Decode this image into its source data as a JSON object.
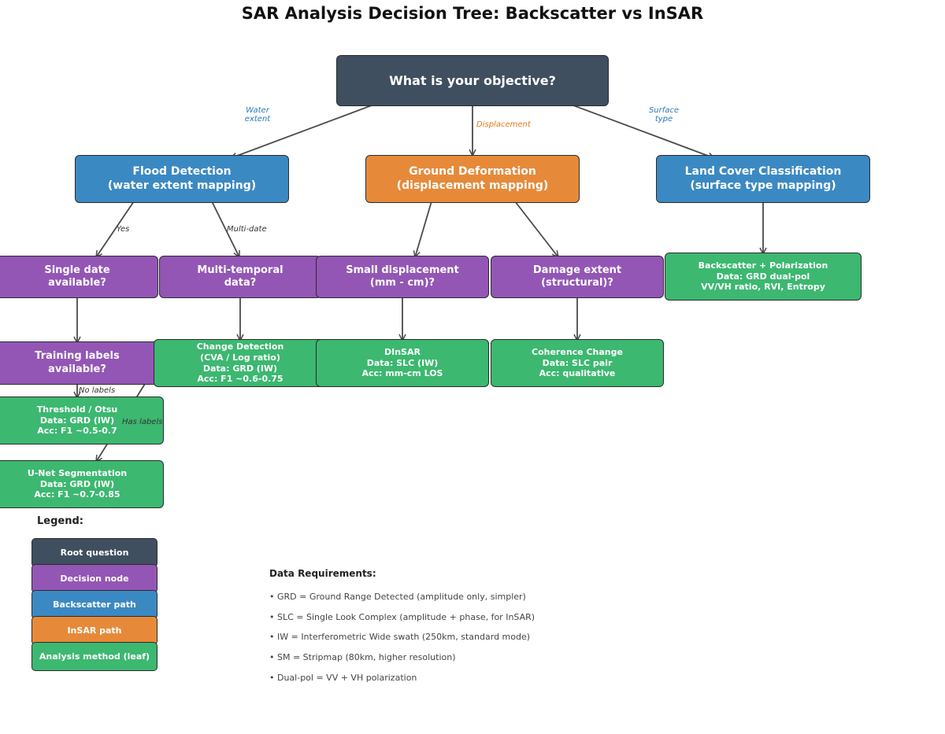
{
  "title": "SAR Analysis Decision Tree: Backscatter vs InSAR",
  "nodes": {
    "root": "What is your objective?",
    "flood": "Flood Detection\n(water extent mapping)",
    "deformation": "Ground Deformation\n(displacement mapping)",
    "landcover": "Land Cover Classification\n(surface type mapping)",
    "single_date": "Single date\navailable?",
    "multi_temporal": "Multi-temporal\ndata?",
    "small_disp": "Small displacement\n(mm - cm)?",
    "damage": "Damage extent\n(structural)?",
    "backscatter_pol": "Backscatter + Polarization\nData: GRD dual-pol\nVV/VH ratio, RVI, Entropy",
    "training": "Training labels\navailable?",
    "change_detection": "Change Detection\n(CVA / Log ratio)\nData: GRD (IW)\nAcc: F1 ~0.6-0.75",
    "dinsar": "DInSAR\nData: SLC (IW)\nAcc: mm-cm LOS",
    "coherence": "Coherence Change\nData: SLC pair\nAcc: qualitative",
    "threshold": "Threshold / Otsu\nData: GRD (IW)\nAcc: F1 ~0.5-0.7",
    "unet": "U-Net Segmentation\nData: GRD (IW)\nAcc: F1 ~0.7-0.85"
  },
  "edge_labels": {
    "water": "Water\nextent",
    "displacement": "Displacement",
    "surface": "Surface\ntype",
    "yes": "Yes",
    "multidate": "Multi-date",
    "nolabels": "No labels",
    "haslabels": "Has labels"
  },
  "legend": {
    "title": "Legend:",
    "items": [
      "Root question",
      "Decision node",
      "Backscatter path",
      "InSAR path",
      "Analysis method (leaf)"
    ]
  },
  "requirements": {
    "title": "Data Requirements:",
    "items": [
      "• GRD = Ground Range Detected (amplitude only, simpler)",
      "• SLC = Single Look Complex (amplitude + phase, for InSAR)",
      "• IW = Interferometric Wide swath (250km, standard mode)",
      "• SM = Stripmap (80km, higher resolution)",
      "• Dual-pol = VV + VH polarization"
    ]
  },
  "colors": {
    "root": "#3f4f5f",
    "decision": "#9356b5",
    "backscatter": "#3b89c3",
    "insar": "#e68a3a",
    "leaf": "#3cb870",
    "edge": "#4a4a4a"
  }
}
